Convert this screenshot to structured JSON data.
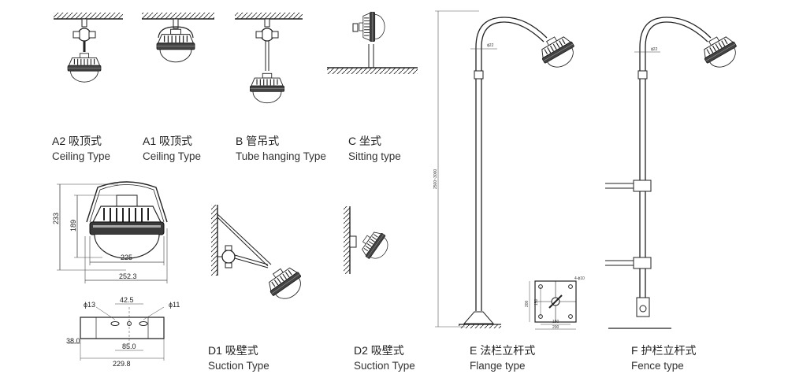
{
  "captions": {
    "a2": {
      "zh": "A2 吸顶式",
      "en": "Ceiling  Type"
    },
    "a1": {
      "zh": "A1 吸顶式",
      "en": "Ceiling  Type"
    },
    "b": {
      "zh": "B 管吊式",
      "en": "Tube hanging Type"
    },
    "c": {
      "zh": "C 坐式",
      "en": "Sitting type"
    },
    "d1": {
      "zh": "D1 吸壁式",
      "en": "Suction Type"
    },
    "d2": {
      "zh": "D2 吸壁式",
      "en": "Suction Type"
    },
    "e": {
      "zh": "E 法栏立杆式",
      "en": "Flange type"
    },
    "f": {
      "zh": "F 护栏立杆式",
      "en": "Fence type"
    }
  },
  "dimensions": {
    "height_total": "233",
    "height_body": "189",
    "width_inner": "225",
    "width_outer": "252.3",
    "hole_left": "ϕ13",
    "hole_center_spacing": "42.5",
    "hole_right": "ϕ11",
    "bracket_height": "38.0",
    "bracket_inner": "85.0",
    "bracket_outer": "229.8"
  },
  "pole_dims": {
    "pole_height": "2500~3000",
    "pipe_e": "ϕ22",
    "pipe_f": "ϕ22",
    "flange_h_outer": "200",
    "flange_h_inner": "150",
    "flange_w_inner": "150",
    "flange_w_outer": "200",
    "flange_hole": "4-ϕ10"
  }
}
